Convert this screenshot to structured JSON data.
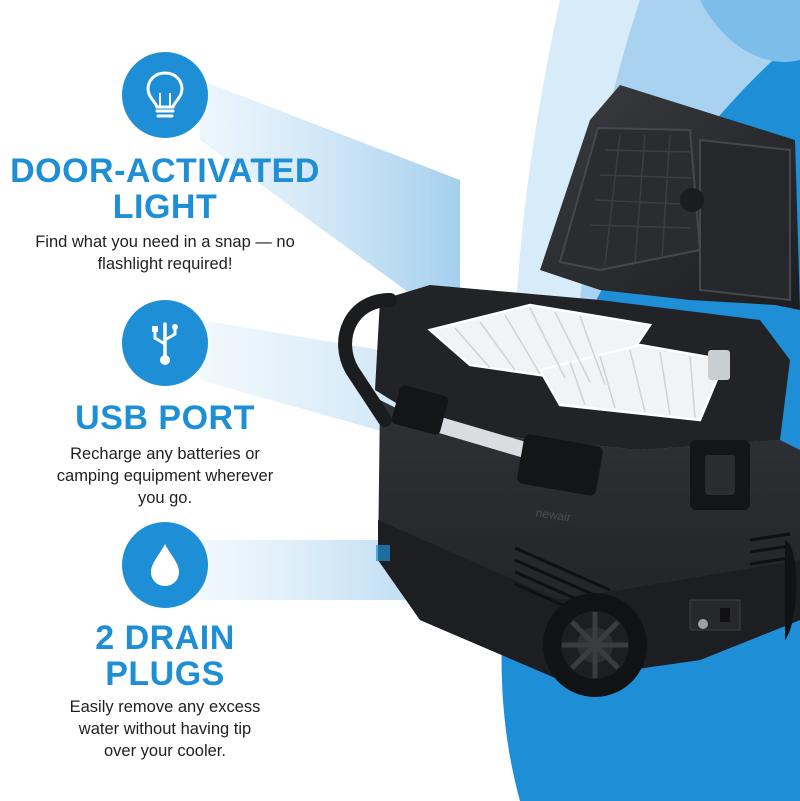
{
  "features": [
    {
      "icon": "lightbulb-icon",
      "title_line1": "DOOR-ACTIVATED",
      "title_line2": "LIGHT",
      "text_line1": "Find what you need in a snap — no",
      "text_line2": "flashlight required!"
    },
    {
      "icon": "usb-icon",
      "title_line1": "USB PORT",
      "text_line1": "Recharge any batteries or",
      "text_line2": "camping equipment wherever",
      "text_line3": "you go."
    },
    {
      "icon": "water-drop-icon",
      "title_line1": "2 DRAIN",
      "title_line2": "PLUGS",
      "text_line1": "Easily remove any excess",
      "text_line2": "water without having tip",
      "text_line3": "over your cooler."
    }
  ],
  "product": {
    "brand": "newair"
  },
  "colors": {
    "accent": "#1e8fd6",
    "light_blue": "#bfe0f5",
    "cooler_body": "#2b2d30"
  }
}
